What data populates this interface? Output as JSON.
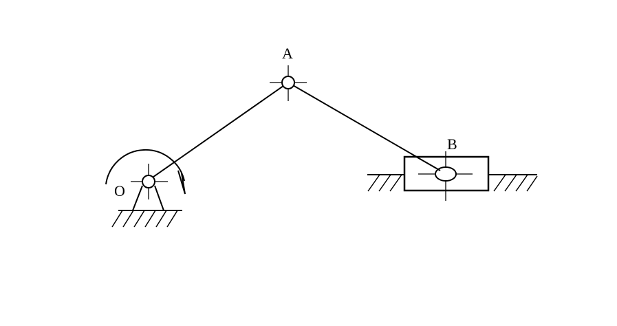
{
  "diagram": {
    "labels": {
      "o": "O",
      "a": "A",
      "b": "B"
    },
    "colors": {
      "line": "#000000",
      "background": "#ffffff"
    }
  }
}
